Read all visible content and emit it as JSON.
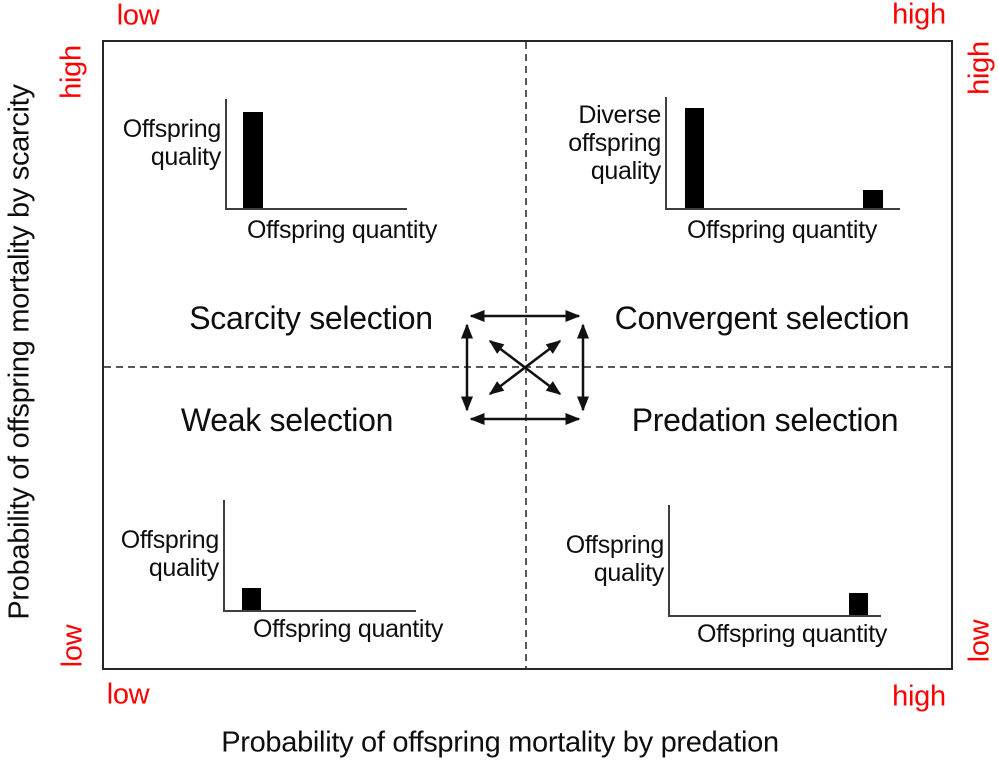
{
  "colors": {
    "accent_red": "#fe0000",
    "ink": "#0e0e0e",
    "axis_gray": "#3f3f3f",
    "dashed_divider_gray": "#595959",
    "bar_black": "#000000"
  },
  "axes": {
    "x_title": "Probability of offspring mortality by predation",
    "y_title": "Probability of offspring mortality by scarcity"
  },
  "red_labels": {
    "top_outer_left": "low",
    "top_outer_right": "high",
    "left_inner_top": "high",
    "right_inner_top": "high",
    "left_inner_bottom": "low",
    "right_inner_bottom": "low",
    "bottom_outer_left": "low",
    "bottom_outer_right": "high"
  },
  "quadrants": {
    "top_left": {
      "label": "Scarcity selection",
      "inset_chart": {
        "type": "bar",
        "ylabel": "Offspring\nquality",
        "xlabel": "Offspring quantity",
        "bars": [
          {
            "position": "near y-axis",
            "relative_height": 0.9
          }
        ]
      }
    },
    "top_right": {
      "label": "Convergent selection",
      "inset_chart": {
        "type": "bar",
        "ylabel": "Diverse\noffspring\nquality",
        "xlabel": "Offspring quantity",
        "bars": [
          {
            "position": "near y-axis",
            "relative_height": 0.9
          },
          {
            "position": "far right",
            "relative_height": 0.16
          }
        ]
      }
    },
    "bottom_left": {
      "label": "Weak selection",
      "inset_chart": {
        "type": "bar",
        "ylabel": "Offspring\nquality",
        "xlabel": "Offspring quantity",
        "bars": [
          {
            "position": "near y-axis",
            "relative_height": 0.2
          }
        ]
      }
    },
    "bottom_right": {
      "label": "Predation selection",
      "inset_chart": {
        "type": "bar",
        "ylabel": "Offspring\nquality",
        "xlabel": "Offspring quantity",
        "bars": [
          {
            "position": "far right",
            "relative_height": 0.2
          }
        ]
      }
    }
  },
  "center_graphic": {
    "description": "square of double-headed arrows with crossing diagonals linking all four quadrants"
  }
}
